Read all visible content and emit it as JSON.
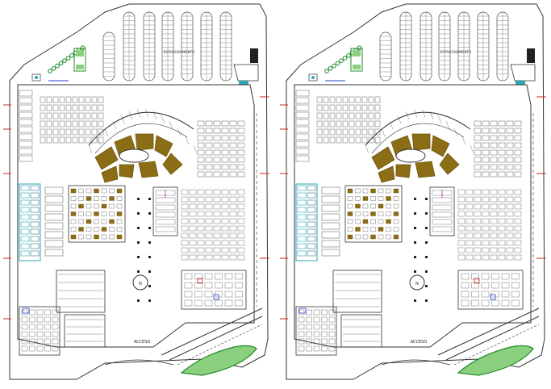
{
  "drawing": {
    "plans": [
      {
        "id": "plan-left",
        "labels": {
          "access": "ACCESO",
          "parking": "ESTACIONAMIENTO",
          "north_symbol": "N"
        }
      },
      {
        "id": "plan-right",
        "labels": {
          "access": "ACCESO",
          "parking": "ESTACIONAMIENTO",
          "north_symbol": "N"
        }
      }
    ],
    "colors": {
      "outline": "#333333",
      "fixtures": "#555555",
      "food_court": "#8a6d14",
      "food_court_dark": "#6f560d",
      "landscape": "#1f8a2a",
      "landscape_light": "#8bd07e",
      "water": "#2aa7b6",
      "accent_red": "#cc2222",
      "accent_blue": "#2244cc",
      "accent_magenta": "#cc22cc"
    }
  }
}
